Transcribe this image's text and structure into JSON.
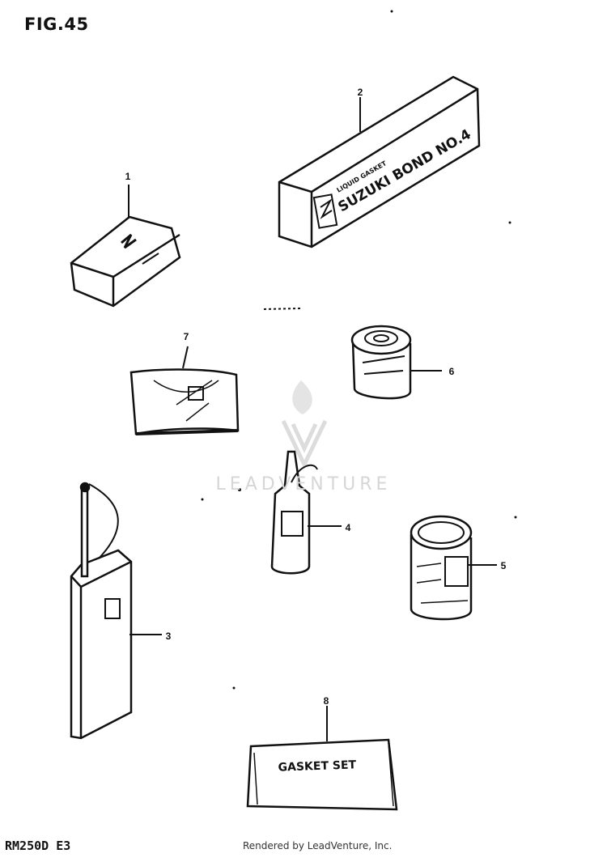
{
  "figure": {
    "title": "FIG.45",
    "model_code": "RM250D  E3",
    "footer": "Rendered by LeadVenture, Inc.",
    "watermark": "LEADVENTURE",
    "watermark_logo_icon": "flame-v-logo-icon"
  },
  "parts": [
    {
      "callout": "1",
      "icon": "tool-pouch-icon"
    },
    {
      "callout": "2",
      "icon": "bond-box-icon",
      "box_line1": "LIQUID GASKET",
      "box_line2": "SUZUKI BOND NO.4"
    },
    {
      "callout": "3",
      "icon": "fuel-can-icon"
    },
    {
      "callout": "4",
      "icon": "oil-bottle-icon"
    },
    {
      "callout": "5",
      "icon": "large-can-icon"
    },
    {
      "callout": "6",
      "icon": "small-can-icon"
    },
    {
      "callout": "7",
      "icon": "bag-icon"
    },
    {
      "callout": "8",
      "icon": "gasket-set-icon",
      "label": "GASKET SET"
    }
  ],
  "colors": {
    "ink": "#111111",
    "watermark": "#d6d6d6"
  }
}
